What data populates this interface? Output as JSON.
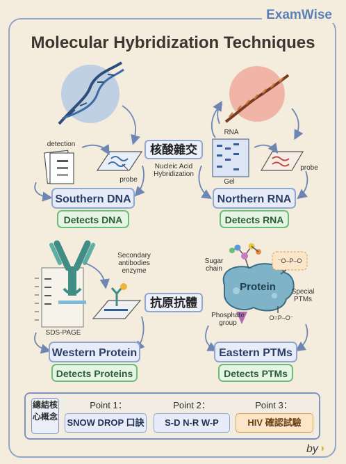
{
  "brand": "ExamWise",
  "title": "Molecular Hybridization Techniques",
  "center_top": {
    "label": "核酸雜交",
    "sub": "Nucleic Acid Hybridization"
  },
  "center_bottom": {
    "label": "抗原抗體"
  },
  "southern": {
    "method": "Southern DNA",
    "detects": "Detects DNA",
    "detection_label": "detection",
    "probe_label": "probe"
  },
  "northern": {
    "method": "Northern RNA",
    "detects": "Detects RNA",
    "rna_label": "RNA",
    "gel_label": "Gel",
    "probe_label": "probe"
  },
  "western": {
    "method": "Western Protein",
    "detects": "Detects Proteins",
    "sds_label": "SDS-PAGE",
    "secondary_label": "Secondary antibodies enzyme"
  },
  "eastern": {
    "method": "Eastern PTMs",
    "detects": "Detects PTMs",
    "protein_label": "Protein",
    "sugar_label": "Sugar chain",
    "special_label": "Special PTMs",
    "phosphate_label": "Phosphate group",
    "phos_top": "⁻O–P–O",
    "phos_bottom": "O=P–O⁻"
  },
  "summary": {
    "label": "總結核心概念",
    "points": [
      {
        "label": "Point 1：",
        "value": "SNOW DROP 口訣"
      },
      {
        "label": "Point 2：",
        "value": "S-D N-R W-P"
      },
      {
        "label": "Point 3：",
        "value": "HIV 確認試驗"
      }
    ]
  },
  "footer": "by",
  "colors": {
    "accent": "#5b7fb7",
    "method_bg": "#e7ecf8",
    "detect_bg": "#e6f4e4",
    "highlight_bg": "#fbe6c9"
  }
}
